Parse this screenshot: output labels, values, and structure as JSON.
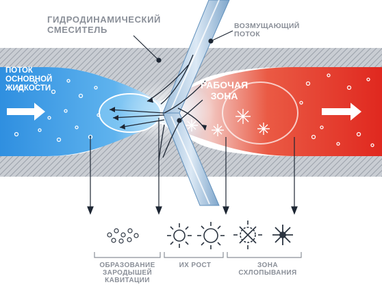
{
  "labels": {
    "mixer": "ГИДРОДИНАМИЧЕСКИЙ\nСМЕСИТЕЛЬ",
    "disturbing_flow": "ВОЗМУЩАЮЩИЙ\nПОТОК",
    "main_flow": "ПОТОК\nОСНОВНОЙ\nЖИДКОСТИ",
    "working_zone": "РАБОЧАЯ\nЗОНА"
  },
  "stages": [
    {
      "label": "ОБРАЗОВАНИЕ\nЗАРОДЫШЕЙ\nКАВИТАЦИИ"
    },
    {
      "label": "ИХ РОСТ"
    },
    {
      "label": "ЗОНА\nСХЛОПЫВАНИЯ"
    }
  ],
  "colors": {
    "cold_flow": "#3d9be6",
    "hot_flow": "#e8322a",
    "pipe_wall": "#b9bec6",
    "injector": "#6f9cc4",
    "label_grey": "#8a8f98",
    "bubble": "#2b3440"
  },
  "icons": [
    "flow-arrow-icon",
    "bubble-cluster-icon",
    "growing-bubble-icon",
    "collapsing-bubble-icon",
    "snowflake-icon"
  ]
}
